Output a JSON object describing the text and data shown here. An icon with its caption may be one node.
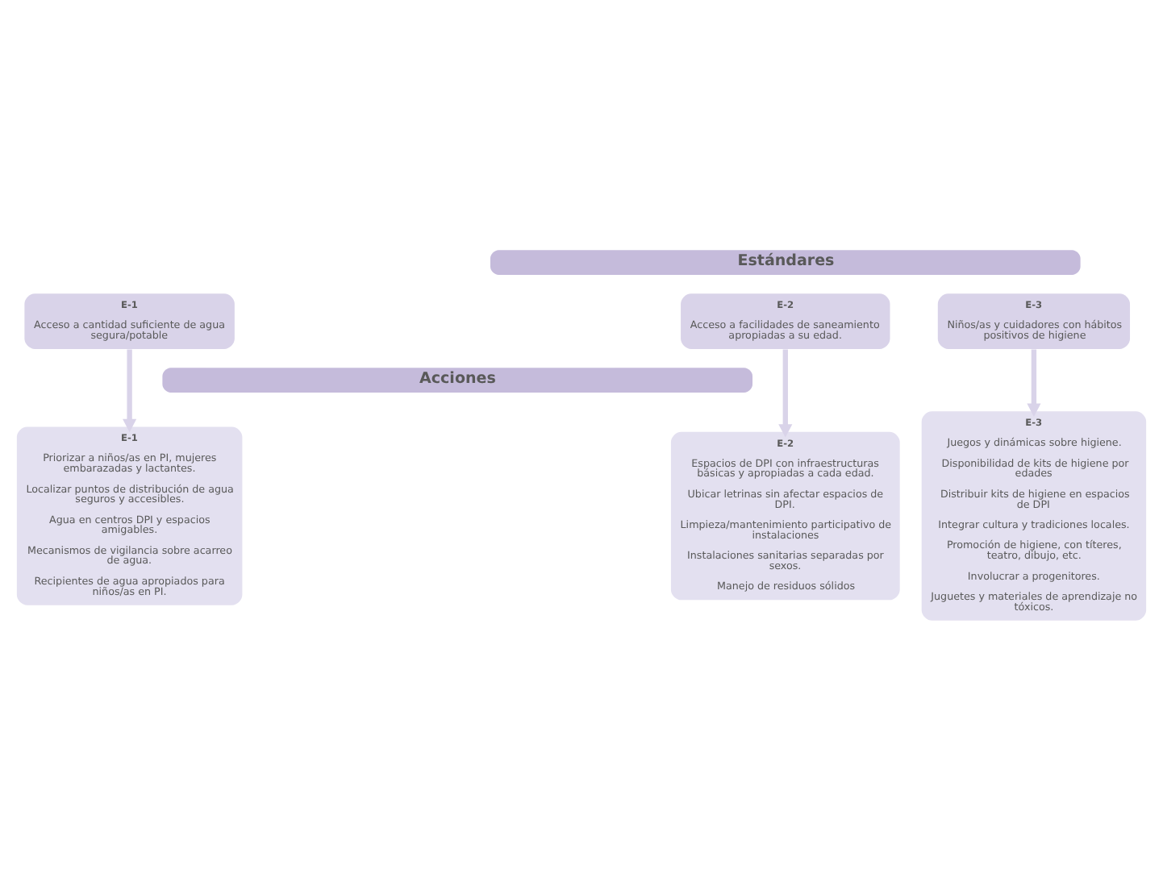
{
  "diagram": {
    "nodes": [
      {
        "text": [
          "Estándares"
        ]
      },
      {
        "text": [
          "E-1",
          "Acceso a cantidad suficiente de agua segura/potable"
        ]
      },
      {
        "text": [
          "E-2",
          "Acceso a facilidades de saneamiento apropiadas a su edad."
        ]
      },
      {
        "text": [
          "E-3",
          "Niños/as y cuidadores con hábitos positivos de higiene"
        ]
      },
      {
        "text": [
          "Acciones"
        ]
      },
      {
        "text": [
          "E-1",
          "Priorizar a niños/as en PI, mujeres embarazadas y lactantes.",
          "Localizar puntos de distribución de agua seguros y accesibles.",
          "Agua en centros DPI y espacios amigables.",
          "Mecanismos de vigilancia sobre acarreo de agua.",
          "Recipientes de agua apropiados para niños/as en PI."
        ]
      },
      {
        "text": [
          "E-2",
          "Espacios de DPI con infraestructuras básicas y apropiadas a cada edad.",
          "Ubicar letrinas sin afectar espacios de DPI.",
          "Limpieza/mantenimiento participativo de instalaciones",
          "Instalaciones sanitarias separadas por sexos.",
          "Manejo de residuos sólidos"
        ]
      },
      {
        "text": [
          "E-3",
          "Juegos y dinámicas sobre higiene.",
          "Disponibilidad de kits de higiene por edades",
          "Distribuir kits de higiene en espacios de DPI",
          "Integrar cultura y tradiciones locales.",
          "Promoción de higiene, con títeres, teatro, dibujo, etc.",
          "Involucrar a progenitores.",
          "Juguetes y materiales de aprendizaje no tóxicos."
        ]
      }
    ],
    "edges": [
      {
        "from": 1,
        "to": 5,
        "arrow": "to"
      },
      {
        "from": 2,
        "to": 6,
        "arrow": "to"
      },
      {
        "from": 3,
        "to": 7,
        "arrow": "to"
      }
    ]
  }
}
